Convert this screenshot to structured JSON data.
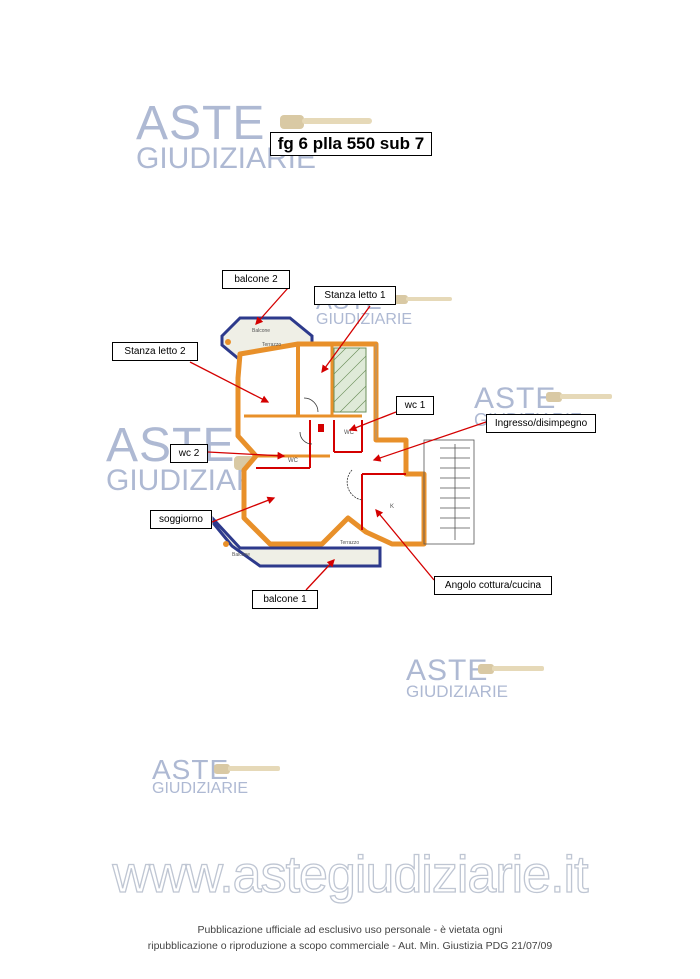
{
  "title": "fg 6 plla 550 sub 7",
  "watermark": {
    "line1": "ASTE",
    "line2": "GIUDIZIARIE",
    "site": "www.astegiudiziarie.it"
  },
  "labels": {
    "balcone2": "balcone 2",
    "stanza_letto_1": "Stanza letto 1",
    "stanza_letto_2": "Stanza letto 2",
    "wc1": "wc 1",
    "ingresso": "Ingresso/disimpegno",
    "wc2": "wc 2",
    "soggiorno": "soggiorno",
    "angolo_cottura": "Angolo cottura/cucina",
    "balcone1": "balcone 1"
  },
  "plan_text": {
    "balcone_upper": "Balcone",
    "balcone_lower": "Balcone",
    "terrazzo": "Terrazzo",
    "wc_small": "WC",
    "k": "K"
  },
  "footer": {
    "line1": "Pubblicazione ufficiale ad esclusivo uso personale - è vietata ogni",
    "line2": "ripubblicazione o riproduzione a scopo commerciale - Aut. Min. Giustizia PDG 21/07/09"
  },
  "colors": {
    "wall": "#e8902a",
    "balcony": "#2d3a8c",
    "arrow": "#d40000",
    "watermark": "#aeb9d3"
  }
}
